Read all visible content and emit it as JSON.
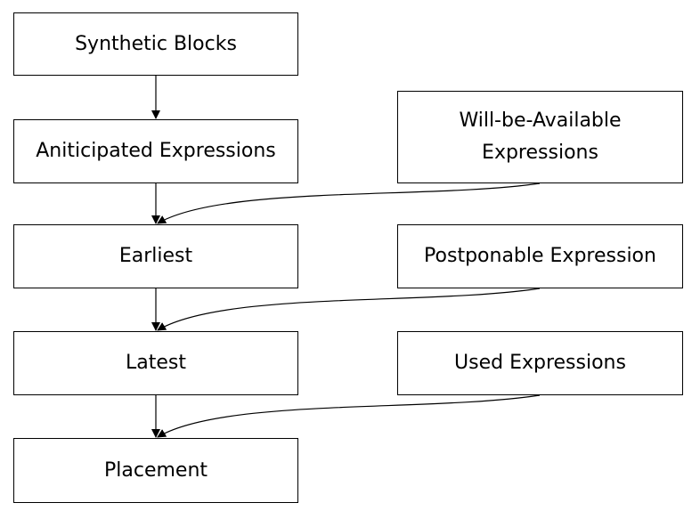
{
  "nodes": {
    "synthetic_blocks": "Synthetic Blocks",
    "anticipated_expressions": "Aniticipated Expressions",
    "earliest": "Earliest",
    "latest": "Latest",
    "placement": "Placement",
    "will_be_available_line1": "Will-be-Available",
    "will_be_available_line2": "Expressions",
    "postponable_expression": "Postponable Expression",
    "used_expressions": "Used Expressions"
  },
  "edges": [
    {
      "from": "synthetic_blocks",
      "to": "anticipated_expressions"
    },
    {
      "from": "anticipated_expressions",
      "to": "earliest"
    },
    {
      "from": "will_be_available_expressions",
      "to": "earliest"
    },
    {
      "from": "earliest",
      "to": "latest"
    },
    {
      "from": "postponable_expression",
      "to": "latest"
    },
    {
      "from": "latest",
      "to": "placement"
    },
    {
      "from": "used_expressions",
      "to": "placement"
    }
  ],
  "colors": {
    "stroke": "#000000",
    "fill": "#ffffff",
    "text": "#000000"
  }
}
